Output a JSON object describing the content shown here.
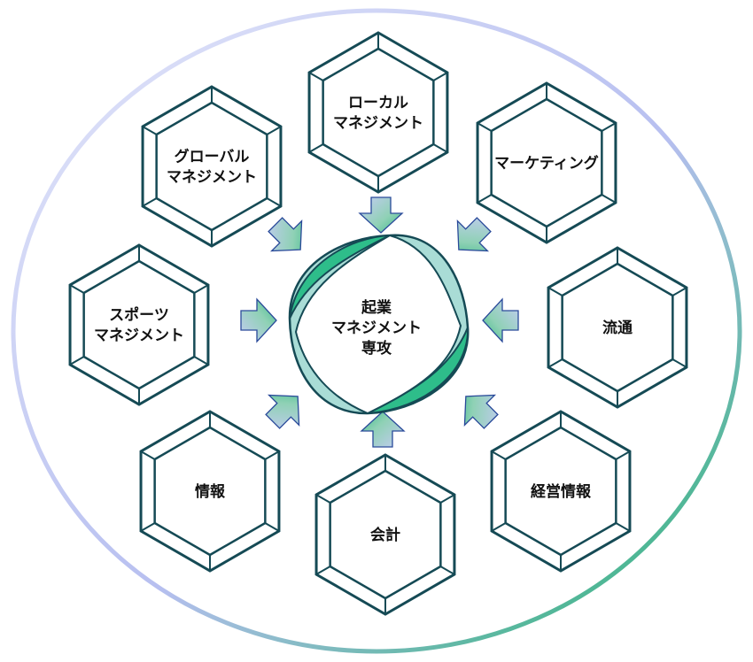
{
  "center": {
    "lines": [
      "起業",
      "マネジメント",
      "専攻"
    ]
  },
  "nodes": [
    {
      "id": "global",
      "lines": [
        "グローバル",
        "マネジメント"
      ]
    },
    {
      "id": "local",
      "lines": [
        "ローカル",
        "マネジメント"
      ]
    },
    {
      "id": "marketing",
      "lines": [
        "マーケティング"
      ]
    },
    {
      "id": "sports",
      "lines": [
        "スポーツ",
        "マネジメント"
      ]
    },
    {
      "id": "distribution",
      "lines": [
        "流通"
      ]
    },
    {
      "id": "information",
      "lines": [
        "情報"
      ]
    },
    {
      "id": "accounting",
      "lines": [
        "会計"
      ]
    },
    {
      "id": "business-info",
      "lines": [
        "経営情報"
      ]
    }
  ],
  "colors": {
    "dark": "#154a55",
    "green": "#2ebd8a",
    "teal_light": "#a9dcd6",
    "lavender": "#c8cdf2"
  }
}
